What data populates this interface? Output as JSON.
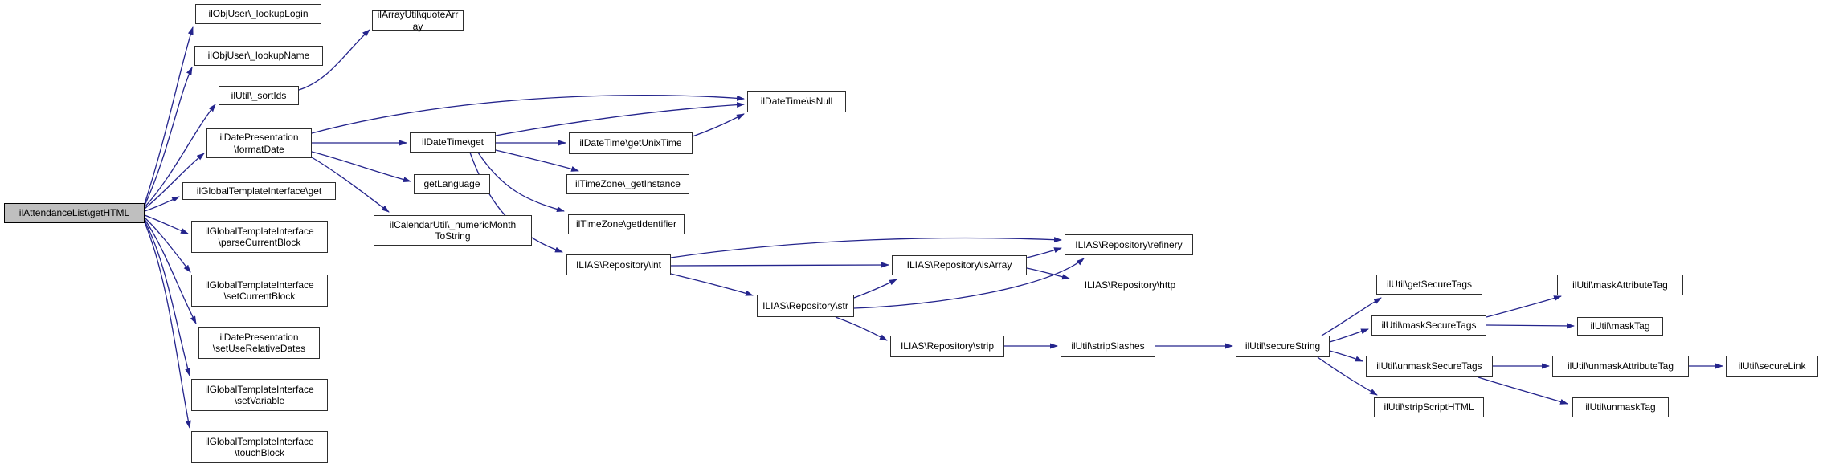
{
  "diagram": {
    "type": "call-graph",
    "root": "ilAttendanceList\\getHTML",
    "colors": {
      "edge": "#24248C",
      "node_border": "#2e2e2e",
      "node_fill": "#ffffff",
      "root_fill": "#BFBFBF"
    },
    "nodes": [
      {
        "id": "getHTML",
        "label": "ilAttendanceList\\getHTML"
      },
      {
        "id": "lookupLogin",
        "label": "ilObjUser\\_lookupLogin"
      },
      {
        "id": "lookupName",
        "label": "ilObjUser\\_lookupName"
      },
      {
        "id": "sortIds",
        "label": "ilUtil\\_sortIds"
      },
      {
        "id": "quoteArray",
        "label": "ilArrayUtil\\quoteArray"
      },
      {
        "id": "formatDate",
        "label": "ilDatePresentation \\formatDate"
      },
      {
        "id": "gtiGet",
        "label": "ilGlobalTemplateInterface\\get"
      },
      {
        "id": "parseCurrentBlock",
        "label": "ilGlobalTemplateInterface \\parseCurrentBlock"
      },
      {
        "id": "setCurrentBlock",
        "label": "ilGlobalTemplateInterface \\setCurrentBlock"
      },
      {
        "id": "setUseRelativeDates",
        "label": "ilDatePresentation \\setUseRelativeDates"
      },
      {
        "id": "setVariable",
        "label": "ilGlobalTemplateInterface \\setVariable"
      },
      {
        "id": "touchBlock",
        "label": "ilGlobalTemplateInterface \\touchBlock"
      },
      {
        "id": "dtGet",
        "label": "ilDateTime\\get"
      },
      {
        "id": "getLanguage",
        "label": "getLanguage"
      },
      {
        "id": "numericMonthToString",
        "label": "ilCalendarUtil\\_numericMonth ToString"
      },
      {
        "id": "getUnixTime",
        "label": "ilDateTime\\getUnixTime"
      },
      {
        "id": "tzGetInstance",
        "label": "ilTimeZone\\_getInstance"
      },
      {
        "id": "tzGetIdentifier",
        "label": "ilTimeZone\\getIdentifier"
      },
      {
        "id": "isNull",
        "label": "ilDateTime\\isNull"
      },
      {
        "id": "repInt",
        "label": "ILIAS\\Repository\\int"
      },
      {
        "id": "repIsArray",
        "label": "ILIAS\\Repository\\isArray"
      },
      {
        "id": "repRefinery",
        "label": "ILIAS\\Repository\\refinery"
      },
      {
        "id": "repHttp",
        "label": "ILIAS\\Repository\\http"
      },
      {
        "id": "repStr",
        "label": "ILIAS\\Repository\\str"
      },
      {
        "id": "repStrip",
        "label": "ILIAS\\Repository\\strip"
      },
      {
        "id": "stripSlashes",
        "label": "ilUtil\\stripSlashes"
      },
      {
        "id": "secureString",
        "label": "ilUtil\\secureString"
      },
      {
        "id": "getSecureTags",
        "label": "ilUtil\\getSecureTags"
      },
      {
        "id": "maskSecureTags",
        "label": "ilUtil\\maskSecureTags"
      },
      {
        "id": "unmaskSecureTags",
        "label": "ilUtil\\unmaskSecureTags"
      },
      {
        "id": "stripScriptHTML",
        "label": "ilUtil\\stripScriptHTML"
      },
      {
        "id": "maskAttributeTag",
        "label": "ilUtil\\maskAttributeTag"
      },
      {
        "id": "maskTag",
        "label": "ilUtil\\maskTag"
      },
      {
        "id": "unmaskAttributeTag",
        "label": "ilUtil\\unmaskAttributeTag"
      },
      {
        "id": "unmaskTag",
        "label": "ilUtil\\unmaskTag"
      },
      {
        "id": "secureLink",
        "label": "ilUtil\\secureLink"
      }
    ],
    "edges": [
      {
        "from": "getHTML",
        "to": "lookupLogin"
      },
      {
        "from": "getHTML",
        "to": "lookupName"
      },
      {
        "from": "getHTML",
        "to": "sortIds"
      },
      {
        "from": "getHTML",
        "to": "formatDate"
      },
      {
        "from": "getHTML",
        "to": "gtiGet"
      },
      {
        "from": "getHTML",
        "to": "parseCurrentBlock"
      },
      {
        "from": "getHTML",
        "to": "setCurrentBlock"
      },
      {
        "from": "getHTML",
        "to": "setUseRelativeDates"
      },
      {
        "from": "getHTML",
        "to": "setVariable"
      },
      {
        "from": "getHTML",
        "to": "touchBlock"
      },
      {
        "from": "sortIds",
        "to": "quoteArray"
      },
      {
        "from": "formatDate",
        "to": "isNull"
      },
      {
        "from": "formatDate",
        "to": "dtGet"
      },
      {
        "from": "formatDate",
        "to": "getLanguage"
      },
      {
        "from": "formatDate",
        "to": "numericMonthToString"
      },
      {
        "from": "dtGet",
        "to": "isNull"
      },
      {
        "from": "dtGet",
        "to": "getUnixTime"
      },
      {
        "from": "dtGet",
        "to": "tzGetInstance"
      },
      {
        "from": "dtGet",
        "to": "tzGetIdentifier"
      },
      {
        "from": "dtGet",
        "to": "repInt"
      },
      {
        "from": "getUnixTime",
        "to": "isNull"
      },
      {
        "from": "repInt",
        "to": "repRefinery"
      },
      {
        "from": "repInt",
        "to": "repIsArray"
      },
      {
        "from": "repInt",
        "to": "repStr"
      },
      {
        "from": "repIsArray",
        "to": "repRefinery"
      },
      {
        "from": "repIsArray",
        "to": "repHttp"
      },
      {
        "from": "repStr",
        "to": "repIsArray"
      },
      {
        "from": "repStr",
        "to": "repRefinery"
      },
      {
        "from": "repStr",
        "to": "repStrip"
      },
      {
        "from": "repStrip",
        "to": "stripSlashes"
      },
      {
        "from": "stripSlashes",
        "to": "secureString"
      },
      {
        "from": "secureString",
        "to": "getSecureTags"
      },
      {
        "from": "secureString",
        "to": "maskSecureTags"
      },
      {
        "from": "secureString",
        "to": "unmaskSecureTags"
      },
      {
        "from": "secureString",
        "to": "stripScriptHTML"
      },
      {
        "from": "maskSecureTags",
        "to": "maskAttributeTag"
      },
      {
        "from": "maskSecureTags",
        "to": "maskTag"
      },
      {
        "from": "unmaskSecureTags",
        "to": "unmaskAttributeTag"
      },
      {
        "from": "unmaskSecureTags",
        "to": "unmaskTag"
      },
      {
        "from": "unmaskAttributeTag",
        "to": "secureLink"
      }
    ]
  }
}
